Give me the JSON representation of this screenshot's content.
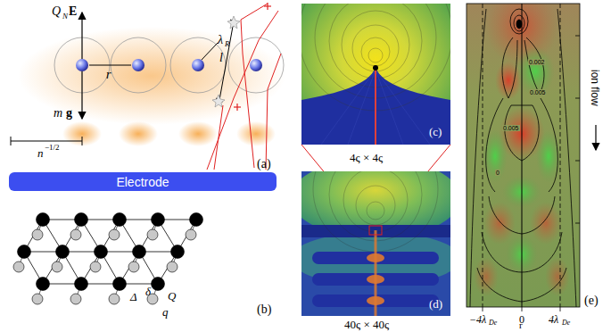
{
  "diagram": {
    "nodes": [
      {
        "text": [
          "Electrode"
        ]
      }
    ],
    "labels": [
      "Q",
      "N",
      "E",
      "m",
      "g",
      "r",
      "λ",
      "R",
      "l",
      "n",
      "−1/2",
      "(a)",
      "Δ",
      "δ",
      "Q",
      "q",
      "(b)",
      "(c)",
      "4ς × 4ς",
      "(d)",
      "40ς × 40ς",
      "(e)",
      "−4λ",
      "De",
      "0",
      "4λ",
      "De",
      "r",
      "ion flow",
      "0.005",
      "0.002",
      "0",
      "0.005"
    ]
  }
}
